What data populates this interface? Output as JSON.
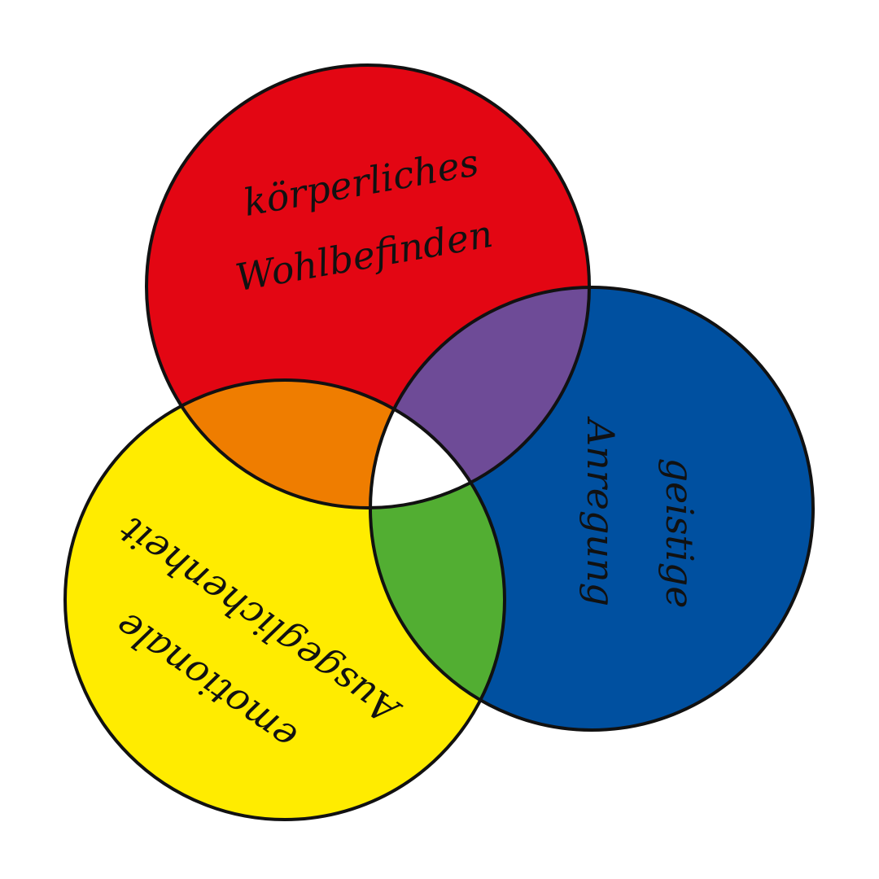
{
  "diagram": {
    "type": "venn",
    "sets": [
      {
        "id": "koerper",
        "lines": [
          "körperliches",
          "Wohlbefinden"
        ],
        "color": "#E30613"
      },
      {
        "id": "geist",
        "lines": [
          "geistige",
          "Anregung"
        ],
        "color": "#0050A0"
      },
      {
        "id": "emotion",
        "lines": [
          "emotionale",
          "Ausgeglichenheit"
        ],
        "color": "#FFEC00"
      }
    ],
    "overlaps": {
      "koerper_emotion": "#EF7D00",
      "koerper_geist": "#6E4B97",
      "geist_emotion": "#52AE32",
      "center": "#FFFFFF"
    },
    "outline_color": "#111111"
  }
}
